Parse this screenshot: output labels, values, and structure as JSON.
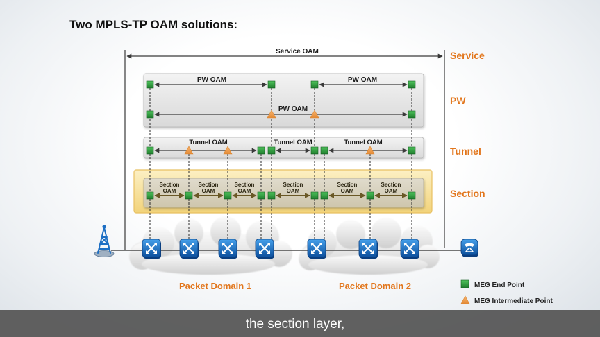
{
  "title": "Two MPLS-TP OAM solutions:",
  "layers": {
    "service": "Service",
    "pw": "PW",
    "tunnel": "Tunnel",
    "section": "Section"
  },
  "service_oam": {
    "label": "Service OAM"
  },
  "pw_oam": {
    "labels": [
      "PW OAM",
      "PW OAM",
      "PW OAM"
    ]
  },
  "tunnel_oam": {
    "labels": [
      "Tunnel OAM",
      "Tunnel OAM",
      "Tunnel OAM"
    ]
  },
  "section_oam": {
    "labels": [
      {
        "line1": "Section",
        "line2": "OAM"
      },
      {
        "line1": "Section",
        "line2": "OAM"
      },
      {
        "line1": "Section",
        "line2": "OAM"
      },
      {
        "line1": "Section",
        "line2": "OAM"
      },
      {
        "line1": "Section",
        "line2": "OAM"
      },
      {
        "line1": "Section",
        "line2": "OAM"
      }
    ]
  },
  "domains": [
    "Packet Domain 1",
    "Packet Domain 2"
  ],
  "legend": {
    "end_point": "MEG End Point",
    "intermediate_point": "MEG Intermediate Point"
  },
  "subtitle": "the section layer,",
  "icons": {
    "left_node": "antenna-tower-icon",
    "node": "router-icon",
    "right_node": "phone-icon",
    "end_point_marker": "green-square",
    "intermediate_point_marker": "orange-triangle"
  },
  "colors": {
    "layer_label": "#e2761c",
    "end_point": "#2f9b3b",
    "intermediate_point": "#f0a457",
    "router": "#1a67b8",
    "section_highlight": "#f6dc8c",
    "subtitle_bar": "#575757"
  }
}
